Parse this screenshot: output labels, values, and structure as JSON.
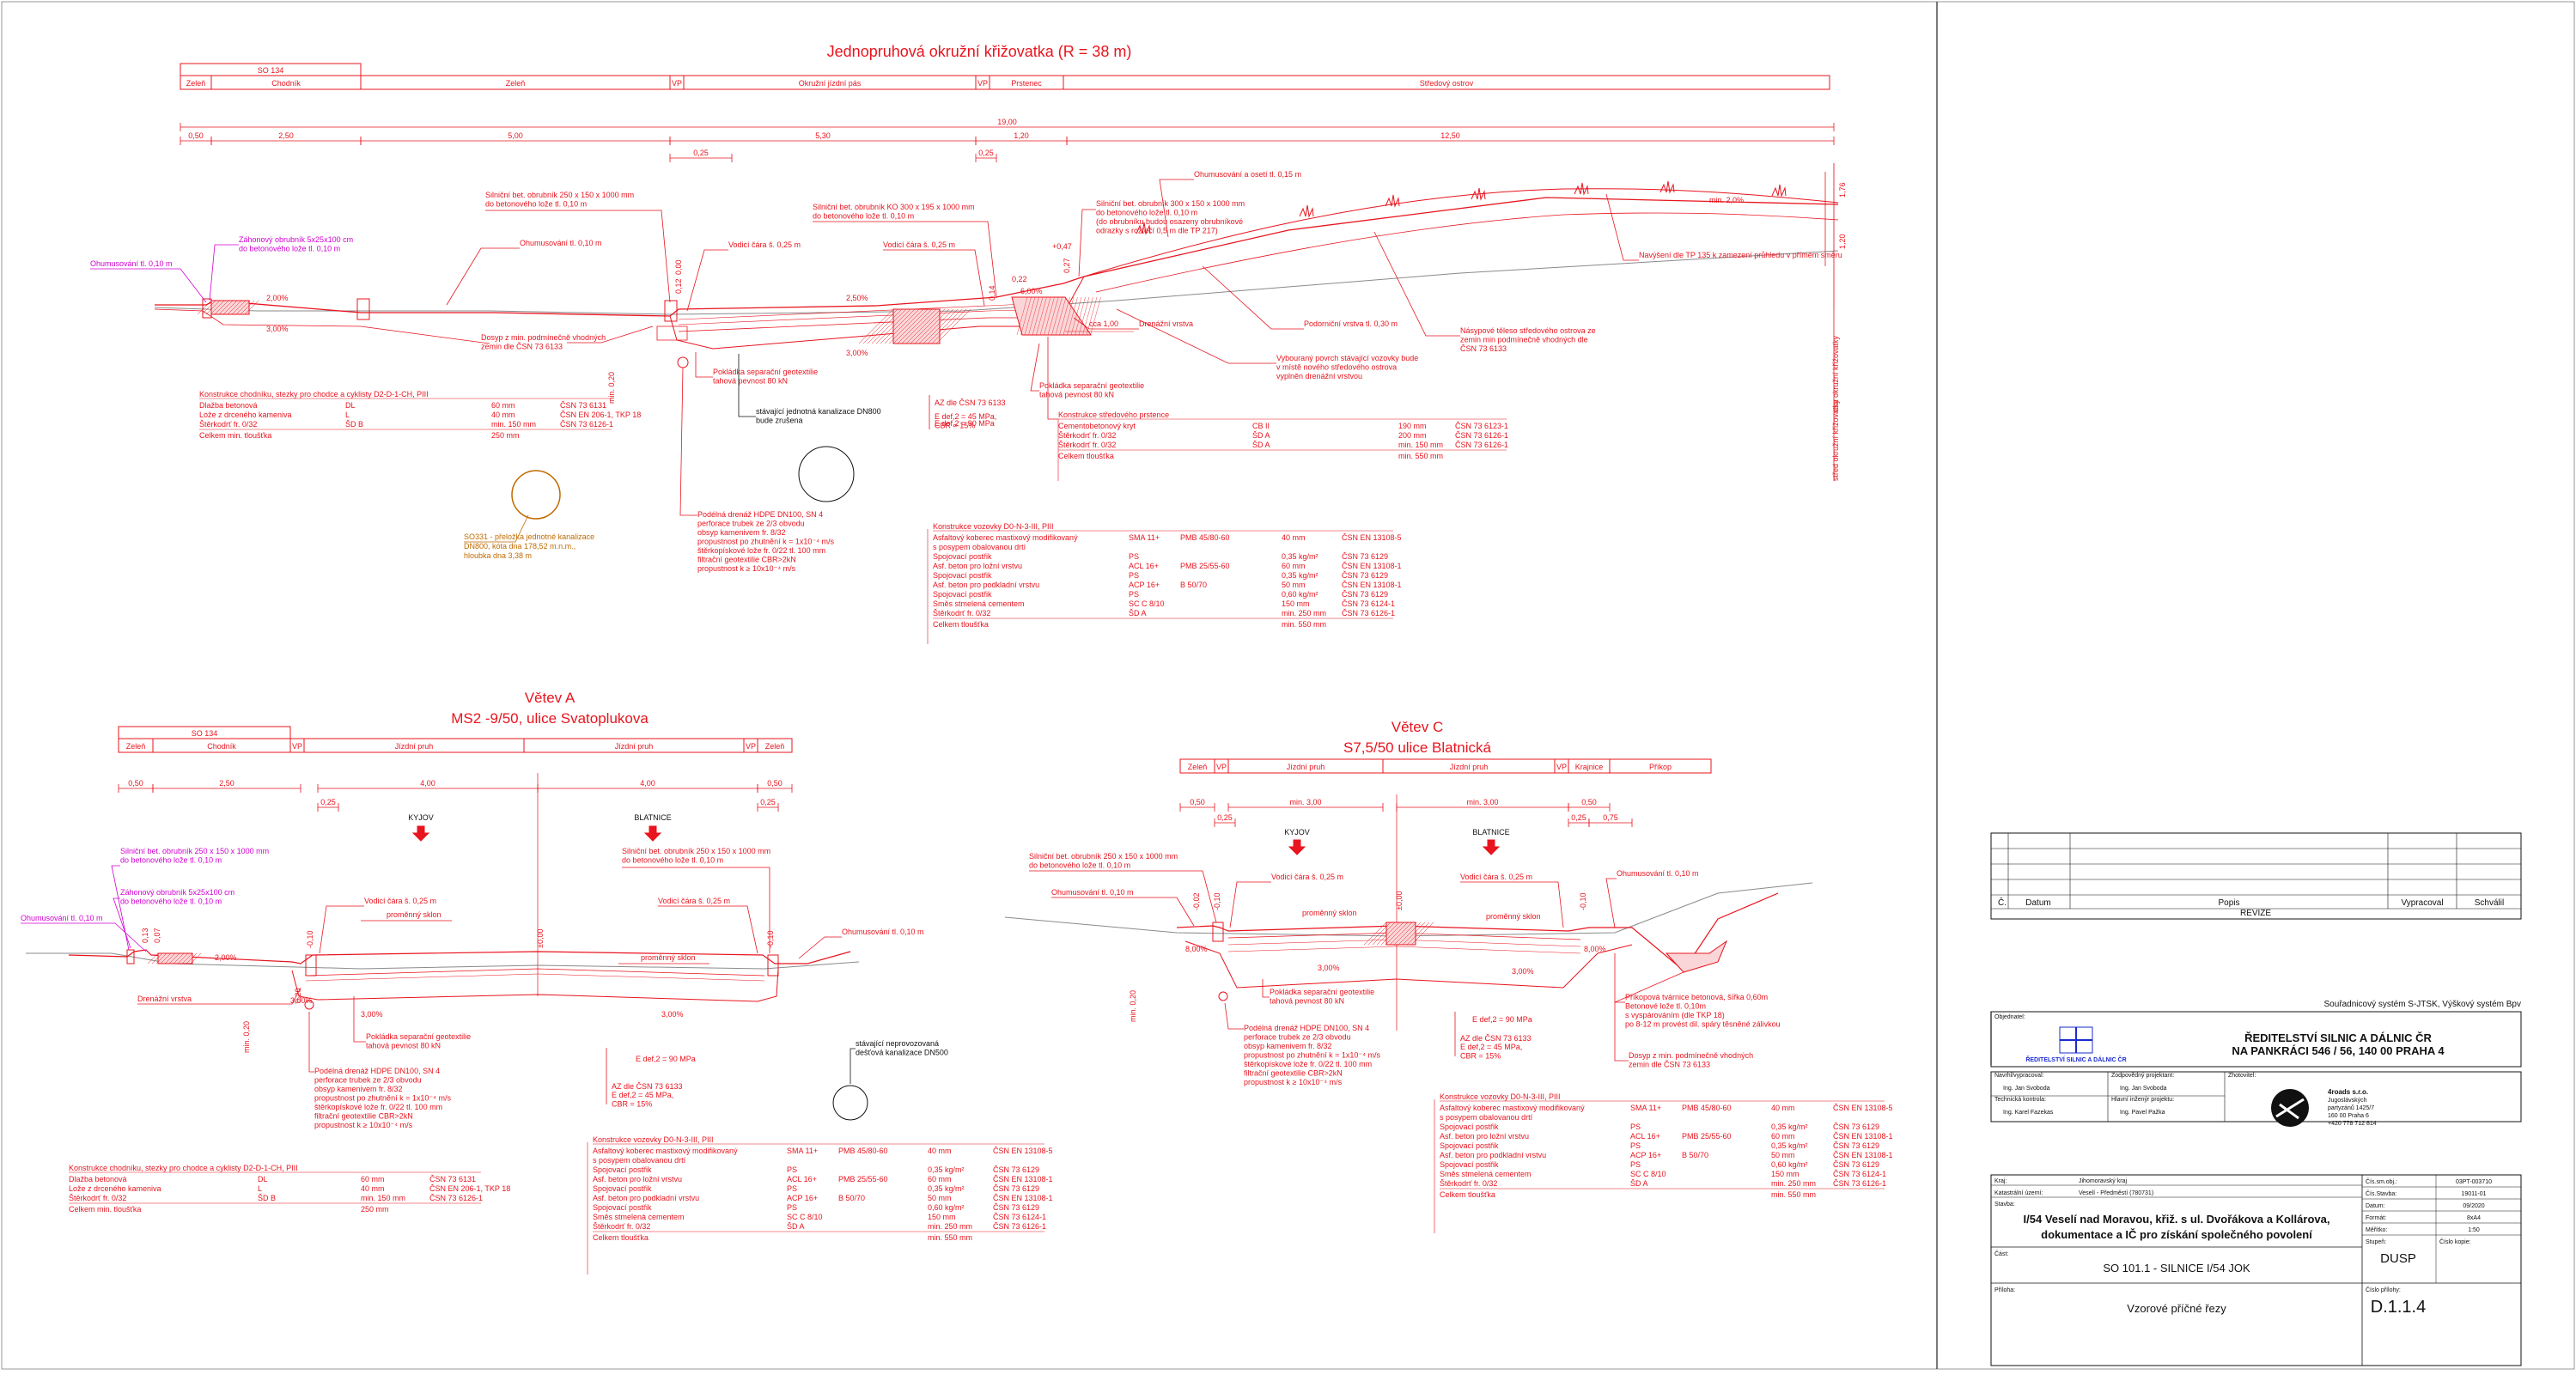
{
  "sections": {
    "main": {
      "title": "Jednopruhová okružní křižovatka (R = 38 m)",
      "bands": [
        "SO 134",
        "Zeleň",
        "Chodník",
        "Zeleň",
        "VP",
        "Okružní jízdní pás",
        "VP",
        "Prstenec",
        "Středový ostrov"
      ],
      "dims_top": [
        "19,00",
        "0,50",
        "2,50",
        "5,00",
        "5,30",
        "1,20",
        "12,50",
        "0,25",
        "0,25"
      ],
      "slopes": [
        "2,00%",
        "3,00%",
        "2,50%",
        "6,00%",
        "3,00%",
        "min. 2,0%"
      ],
      "heights": [
        "0,12",
        "0,00",
        "0,14",
        "0,22",
        "0,27",
        "+0,47",
        "1,76",
        "1,20",
        "min. 0,20"
      ],
      "notes": [
        "Ohumusování tl. 0,10 m",
        "Záhonový obrubník 5x25x100 cm",
        "do betonového lože tl. 0,10 m",
        "Ohumusování tl. 0,10 m",
        "Silniční bet. obrubník 250 x 150 x 1000 mm",
        "do betonového lože tl. 0,10 m",
        "Vodicí čára š. 0,25 m",
        "Silniční bet. obrubník KO 300 x 195 x 1000 mm",
        "do betonového lože tl. 0,10 m",
        "Vodicí čára š. 0,25 m",
        "Silniční bet. obrubník 300 x 150 x 1000 mm",
        "do betonového lože tl. 0,10 m",
        "(do obrubníku budou osazeny obrubníkové",
        "odrazky s roztečí 0,5 m dle TP 217)",
        "Ohumusování a osetí tl. 0,15 m",
        "Navýšení dle TP 135 k zamezení průhledu v přímém směru",
        "Podorniční vrstva tl. 0,30 m",
        "Násypové těleso středového ostrova ze",
        "zemin min podmínečně vhodných dle",
        "ČSN 73 6133",
        "Vybouraný povrch stávající vozovky bude",
        "v místě nového středového ostrova",
        "vyplněn drenážní vrstvou",
        "Drenážní vrstva",
        "cca 1,00",
        "Dosyp z min. podmínečně vhodných",
        "zemin dle ČSN 73 6133",
        "Pokládka separační geotextilie",
        "tahová pevnost 80 kN",
        "stávající jednotná kanalizace DN800",
        "bude zrušena",
        "AZ dle ČSN 73 6133",
        "E def,2 = 90 MPa",
        "E def,2 = 45 MPa,",
        "CBR = 15%",
        "Pokládka separační geotextilie",
        "tahová pevnost 80 kN",
        "osa okružní křižovatky",
        "střed okružní křižovatky"
      ],
      "sewer": [
        "SO331 - přeložka jednotné kanalizace",
        "DN800, kóta dna 178,52 m.n.m.,",
        "hloubka dna 3,38 m"
      ],
      "sidewalk": {
        "title": "Konstrukce chodníku, stezky pro chodce a cyklisty D2-D-1-CH, PIII",
        "rows": [
          [
            "Dlažba betonová",
            "DL",
            "60 mm",
            "ČSN 73 6131"
          ],
          [
            "Lože z drceného kameniva",
            "L",
            "40 mm",
            "ČSN EN 206-1, TKP 18"
          ],
          [
            "Štěrkodrť fr. 0/32",
            "ŠD B",
            "min. 150 mm",
            "ČSN 73 6126-1"
          ]
        ],
        "total": [
          "Celkem min. tloušťka",
          "250 mm"
        ]
      },
      "drain": [
        "Podélná drenáž HDPE DN100, SN 4",
        "perforace trubek ze 2/3 obvodu",
        "obsyp kamenivem fr. 8/32",
        "propustnost po zhutnění k = 1x10⁻⁴ m/s",
        "štěrkopískové lože fr. 0/22 tl. 100 mm",
        "filtrační geotextilie CBR>2kN",
        "propustnost k ≥ 10x10⁻⁴ m/s"
      ],
      "prstenec": {
        "title": "Konstrukce středového prstence",
        "rows": [
          [
            "Cementobetonový kryt",
            "CB II",
            "190 mm",
            "ČSN 73 6123-1"
          ],
          [
            "Štěrkodrť fr. 0/32",
            "ŠD A",
            "200 mm",
            "ČSN 73 6126-1"
          ],
          [
            "Štěrkodrť fr. 0/32",
            "ŠD A",
            "min. 150 mm",
            "ČSN 73 6126-1"
          ]
        ],
        "total": [
          "Celkem tloušťka",
          "min. 550 mm"
        ]
      },
      "road": {
        "title": "Konstrukce vozovky D0-N-3-III, PIII",
        "rows": [
          [
            "Asfaltový koberec mastixový modifikovaný",
            "SMA 11+",
            "PMB 45/80-60",
            "40 mm",
            "ČSN EN 13108-5"
          ],
          [
            "s posypem obalovanou drtí",
            "",
            "",
            "",
            ""
          ],
          [
            "Spojovací postřik",
            "PS",
            "",
            "0,35 kg/m²",
            "ČSN 73 6129"
          ],
          [
            "Asf. beton pro ložní vrstvu",
            "ACL 16+",
            "PMB 25/55-60",
            "60 mm",
            "ČSN EN 13108-1"
          ],
          [
            "Spojovací postřik",
            "PS",
            "",
            "0,35 kg/m²",
            "ČSN 73 6129"
          ],
          [
            "Asf. beton pro podkladní vrstvu",
            "ACP 16+",
            "B 50/70",
            "50 mm",
            "ČSN EN 13108-1"
          ],
          [
            "Spojovací postřik",
            "PS",
            "",
            "0,60 kg/m²",
            "ČSN 73 6129"
          ],
          [
            "Směs stmelená cementem",
            "SC C 8/10",
            "",
            "150 mm",
            "ČSN 73 6124-1"
          ],
          [
            "Štěrkodrť fr. 0/32",
            "ŠD A",
            "",
            "min. 250 mm",
            "ČSN 73 6126-1"
          ]
        ],
        "total": [
          "Celkem tloušťka",
          "min. 550 mm"
        ]
      }
    },
    "a": {
      "title1": "Větev A",
      "title2": "MS2 -9/50, ulice Svatoplukova",
      "bands": [
        "SO 134",
        "Zeleň",
        "Chodník",
        "VP",
        "Jízdní pruh",
        "Jízdní pruh",
        "VP",
        "Zeleň"
      ],
      "dims": [
        "0,50",
        "2,50",
        "4,00",
        "4,00",
        "0,50",
        "0,25",
        "0,25"
      ],
      "dirs": [
        "KYJOV",
        "BLATNICE"
      ],
      "notes": [
        "Silniční bet. obrubník 250 x 150 x 1000 mm",
        "do betonového lože tl. 0,10 m",
        "Záhonový obrubník 5x25x100 cm",
        "do betonového lože tl. 0,10 m",
        "Ohumusování tl. 0,10 m",
        "Vodicí čára š. 0,25 m",
        "Silniční bet. obrubník 250 x 150 x 1000 mm",
        "do betonového lože tl. 0,10 m",
        "Vodicí čára š. 0,25 m",
        "Ohumusování tl. 0,10 m",
        "proměnný sklon",
        "proměnný sklon",
        "Drenážní vrstva",
        "Pokládka separační geotextilie",
        "tahová pevnost 80 kN",
        "stávající neprovozovaná",
        "dešťová kanalizace DN500",
        "AZ dle ČSN 73 6133",
        "E def,2 = 90 MPa",
        "E def,2 = 45 MPa,",
        "CBR = 15%"
      ],
      "slopes": [
        "2,00%",
        "3,00%",
        "3,00%",
        "3,00%"
      ],
      "heights": [
        "0,13",
        "0,07",
        "-0,10",
        "±0,00",
        "-0,10",
        "0,20",
        "min. 0,20"
      ],
      "drain": [
        "Podélná drenáž HDPE DN100, SN 4",
        "perforace trubek ze 2/3 obvodu",
        "obsyp kamenivem fr. 8/32",
        "propustnost po zhutnění k = 1x10⁻⁴ m/s",
        "štěrkopískové lože fr. 0/22 tl. 100 mm",
        "filtrační geotextilie CBR>2kN",
        "propustnost k ≥ 10x10⁻⁴ m/s"
      ]
    },
    "c": {
      "title1": "Větev C",
      "title2": "S7,5/50 ulice Blatnická",
      "bands": [
        "Zeleň",
        "VP",
        "Jízdní pruh",
        "Jízdní pruh",
        "VP",
        "Krajnice",
        "Příkop"
      ],
      "dims": [
        "0,50",
        "min. 3,00",
        "min. 3,00",
        "0,50",
        "0,25",
        "0,25",
        "0,75"
      ],
      "dirs": [
        "KYJOV",
        "BLATNICE"
      ],
      "notes": [
        "Silniční bet. obrubník 250 x 150 x 1000 mm",
        "do betonového lože tl. 0,10 m",
        "Ohumusování tl. 0,10 m",
        "Vodicí čára š. 0,25 m",
        "Vodicí čára š. 0,25 m",
        "Ohumusování tl. 0,10 m",
        "proměnný sklon",
        "proměnný sklon",
        "Pokládka separační geotextilie",
        "tahová pevnost 80 kN",
        "Příkopová tvárnice betonová, šířka 0,60m",
        "Betonové lože tl. 0,10m",
        "s vyspárováním (dle TKP 18)",
        "po 8-12 m provést dil. spáry těsněné zálivkou",
        "Dosyp z min. podmínečně vhodných",
        "zemin dle ČSN 73 6133",
        "AZ dle ČSN 73 6133",
        "E def,2 = 90 MPa",
        "E def,2 = 45 MPa,",
        "CBR = 15%"
      ],
      "slopes": [
        "8,00%",
        "3,00%",
        "3,00%",
        "8,00%"
      ],
      "heights": [
        "-0,02",
        "-0,10",
        "±0,00",
        "-0,10",
        "min. 0,20"
      ],
      "drain": [
        "Podélná drenáž HDPE DN100, SN 4",
        "perforace trubek ze 2/3 obvodu",
        "obsyp kamenivem fr. 8/32",
        "propustnost po zhutnění k = 1x10⁻⁴ m/s",
        "štěrkopískové lože fr. 0/22 tl. 100 mm",
        "filtrační geotextilie CBR>2kN",
        "propustnost k ≥ 10x10⁻⁴ m/s"
      ]
    }
  },
  "title_block": {
    "revision_headers": [
      "Č.",
      "Datum",
      "Popis",
      "Vypracoval",
      "Schválil"
    ],
    "revize": "REVIZE",
    "coords": "Souřadnicový systém S-JTSK, Výškový systém Bpv",
    "objednatel_label": "Objednatel:",
    "client_name_1": "ŘEDITELSTVÍ SILNIC A DÁLNIC ČR",
    "client_name_2": "NA PANKRÁCI 546 / 56, 140 00 PRAHA 4",
    "logo_text": "ŘEDITELSTVÍ SILNIC A DÁLNIC ČR",
    "people": [
      [
        "Navrhl/vypracoval:",
        "Ing. Jan Svoboda"
      ],
      [
        "Zodpovědný projektant:",
        "Ing. Jan Svoboda"
      ],
      [
        "Technická kontrola:",
        "Ing. Karel Fazekas"
      ],
      [
        "Hlavní inženýr projektu:",
        "Ing. Pavel Pažka"
      ]
    ],
    "zhotovitel_label": "Zhotovitel:",
    "company": [
      "4roads s.r.o.",
      "Jugoslávských",
      "partyzánů 1425/7",
      "160 00 Praha 6",
      "+420 778 712 814"
    ],
    "kraj": [
      "Kraj:",
      "Jihomoravský kraj"
    ],
    "katastr": [
      "Katastrální území:",
      "Veselí - Předměstí (780731)"
    ],
    "stavba_label": "Stavba:",
    "stavba": [
      "I/54 Veselí nad Moravou, křiž. s ul. Dvořákova a Kollárova,",
      "dokumentace a IČ pro získání společného povolení"
    ],
    "cast_label": "Část:",
    "cast": "SO 101.1 - SILNICE I/54 JOK",
    "priloha_label": "Příloha:",
    "priloha": "Vzorové příčné řezy",
    "meta": [
      [
        "Čís.sm.obj.:",
        "03PT-003710"
      ],
      [
        "Čís.Stavba:",
        "19011-01"
      ],
      [
        "Datum:",
        "09/2020"
      ],
      [
        "Formát:",
        "8xA4"
      ],
      [
        "Měřítko:",
        "1:50"
      ]
    ],
    "stupen": [
      "Stupeň:",
      "DUSP"
    ],
    "cislo_kopie": "Číslo kopie:",
    "cislo_prilohy_label": "Číslo přílohy:",
    "cislo_prilohy": "D.1.1.4"
  }
}
